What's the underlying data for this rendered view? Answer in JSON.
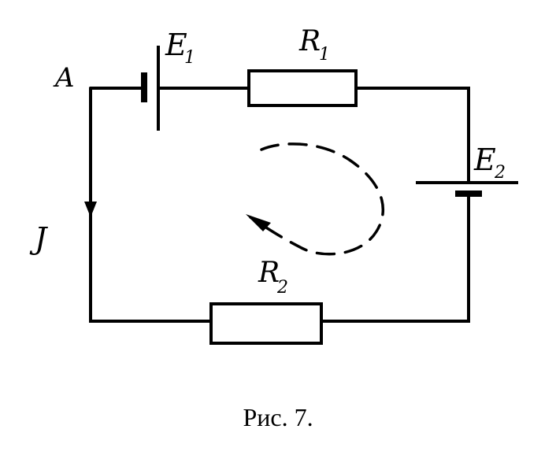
{
  "labels": {
    "node_a": "A",
    "emf1_main": "E",
    "emf1_sub": "1",
    "r1_main": "R",
    "r1_sub": "1",
    "emf2_main": "E",
    "emf2_sub": "2",
    "r2_main": "R",
    "r2_sub": "2",
    "current": "J"
  },
  "caption": "Рис. 7."
}
